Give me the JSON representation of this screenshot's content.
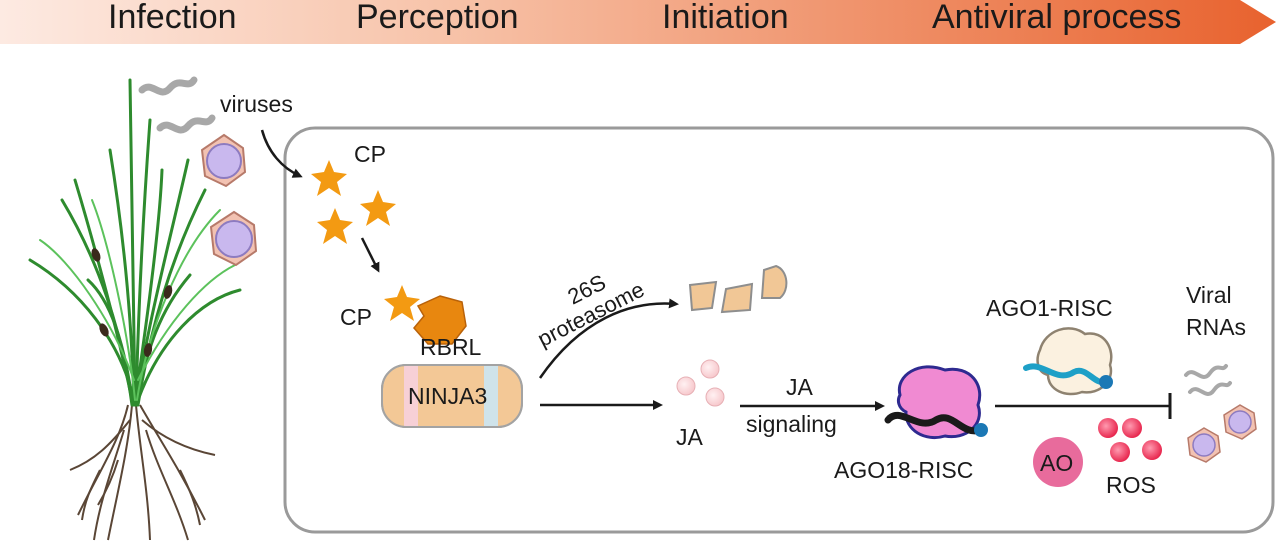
{
  "stages": [
    {
      "label": "Infection"
    },
    {
      "label": "Perception"
    },
    {
      "label": "Initiation"
    },
    {
      "label": "Antiviral process"
    }
  ],
  "labels": {
    "viruses": "viruses",
    "cp_top": "CP",
    "cp_bottom": "CP",
    "rbrl": "RBRL",
    "ninja3": "NINJA3",
    "proteasome_line1": "26S",
    "proteasome_line2": "proteasome",
    "ja": "JA",
    "ja_signaling_line1": "JA",
    "ja_signaling_line2": "signaling",
    "ago18": "AGO18-RISC",
    "ago1": "AGO1-RISC",
    "viral_rnas_line1": "Viral",
    "viral_rnas_line2": "RNAs",
    "ao": "AO",
    "ros": "ROS"
  },
  "colors": {
    "arrow_start": "#fde6dc",
    "arrow_end": "#e8622e",
    "star": "#f39a12",
    "rbrl": "#e8870f",
    "ninja3": "#f3c896",
    "fragment": "#f1c796",
    "ja_dot": "#f9d5d8",
    "ago18": "#f08ad2",
    "ago1": "#fbf1e0",
    "virion_fill": "#c9b8ee",
    "virion_shell": "#f2c2b2",
    "ao": "#e86b9c",
    "ros": "#ef3e63",
    "plant": "#3aa23a"
  }
}
